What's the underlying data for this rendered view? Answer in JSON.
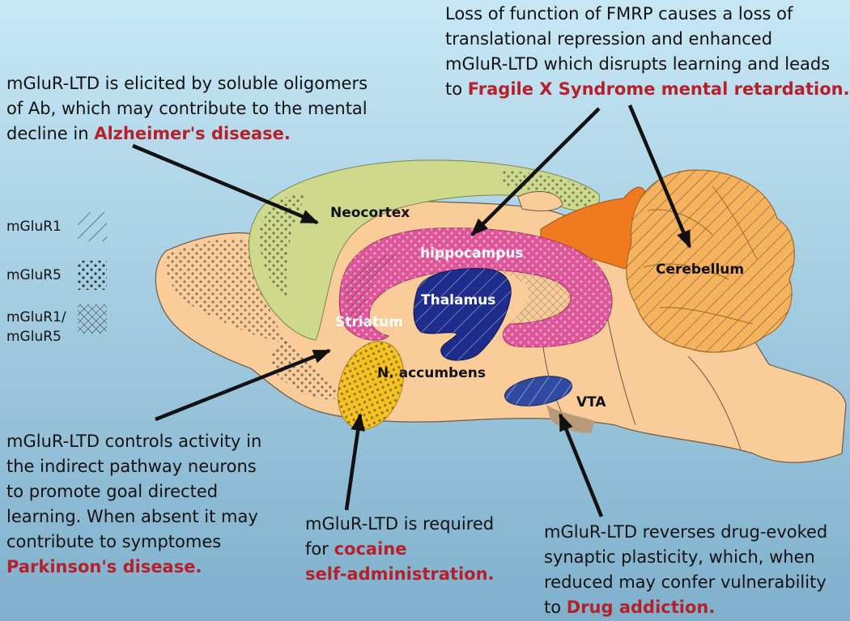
{
  "colors": {
    "bg_top": "#c7e7f5",
    "bg_bottom": "#7fb0cc",
    "brain": "#f9cc99",
    "neocortex": "#cfd98c",
    "hippocampus": "#e0559a",
    "thalamus": "#1e2c8c",
    "cerebellum": "#f6b25c",
    "orange_region": "#f07a1f",
    "accumbens": "#f5c21f",
    "vta": "#2f4aa0",
    "highlight": "#b5202a"
  },
  "regions": {
    "neocortex": "Neocortex",
    "hippocampus": "hippocampus",
    "thalamus": "Thalamus",
    "striatum": "Striatum",
    "accumbens": "N. accumbens",
    "cerebellum": "Cerebellum",
    "vta": "VTA"
  },
  "legend": [
    {
      "label_lines": [
        "mGluR1"
      ],
      "pattern": "hatch"
    },
    {
      "label_lines": [
        "mGluR5"
      ],
      "pattern": "dots"
    },
    {
      "label_lines": [
        "mGluR1/",
        "mGluR5"
      ],
      "pattern": "crosshatch"
    }
  ],
  "notes": {
    "fmrp": {
      "lines": [
        "Loss of function of FMRP causes a loss of",
        "translational repression and enhanced",
        "mGluR-LTD which disrupts learning and leads"
      ],
      "last_prefix": "to ",
      "highlight": "Fragile X Syndrome mental retardation."
    },
    "alzheimer": {
      "lines": [
        "mGluR-LTD is elicited by soluble oligomers",
        "of Ab, which may contribute to the mental"
      ],
      "last_prefix": "decline in ",
      "highlight": "Alzheimer's disease."
    },
    "parkinson": {
      "lines": [
        "mGluR-LTD controls activity in",
        "the indirect pathway neurons",
        "to promote goal directed",
        "learning.  When absent it may",
        "contribute to symptomes"
      ],
      "highlight": "Parkinson's disease."
    },
    "cocaine": {
      "lines": [
        "mGluR-LTD is required"
      ],
      "last_prefix": "for ",
      "highlight_1": "cocaine",
      "highlight_2": "self-administration."
    },
    "addiction": {
      "lines": [
        "mGluR-LTD reverses drug-evoked",
        "synaptic plasticity, which, when",
        "reduced may confer vulnerability"
      ],
      "last_prefix": "to ",
      "highlight": "Drug addiction."
    }
  }
}
